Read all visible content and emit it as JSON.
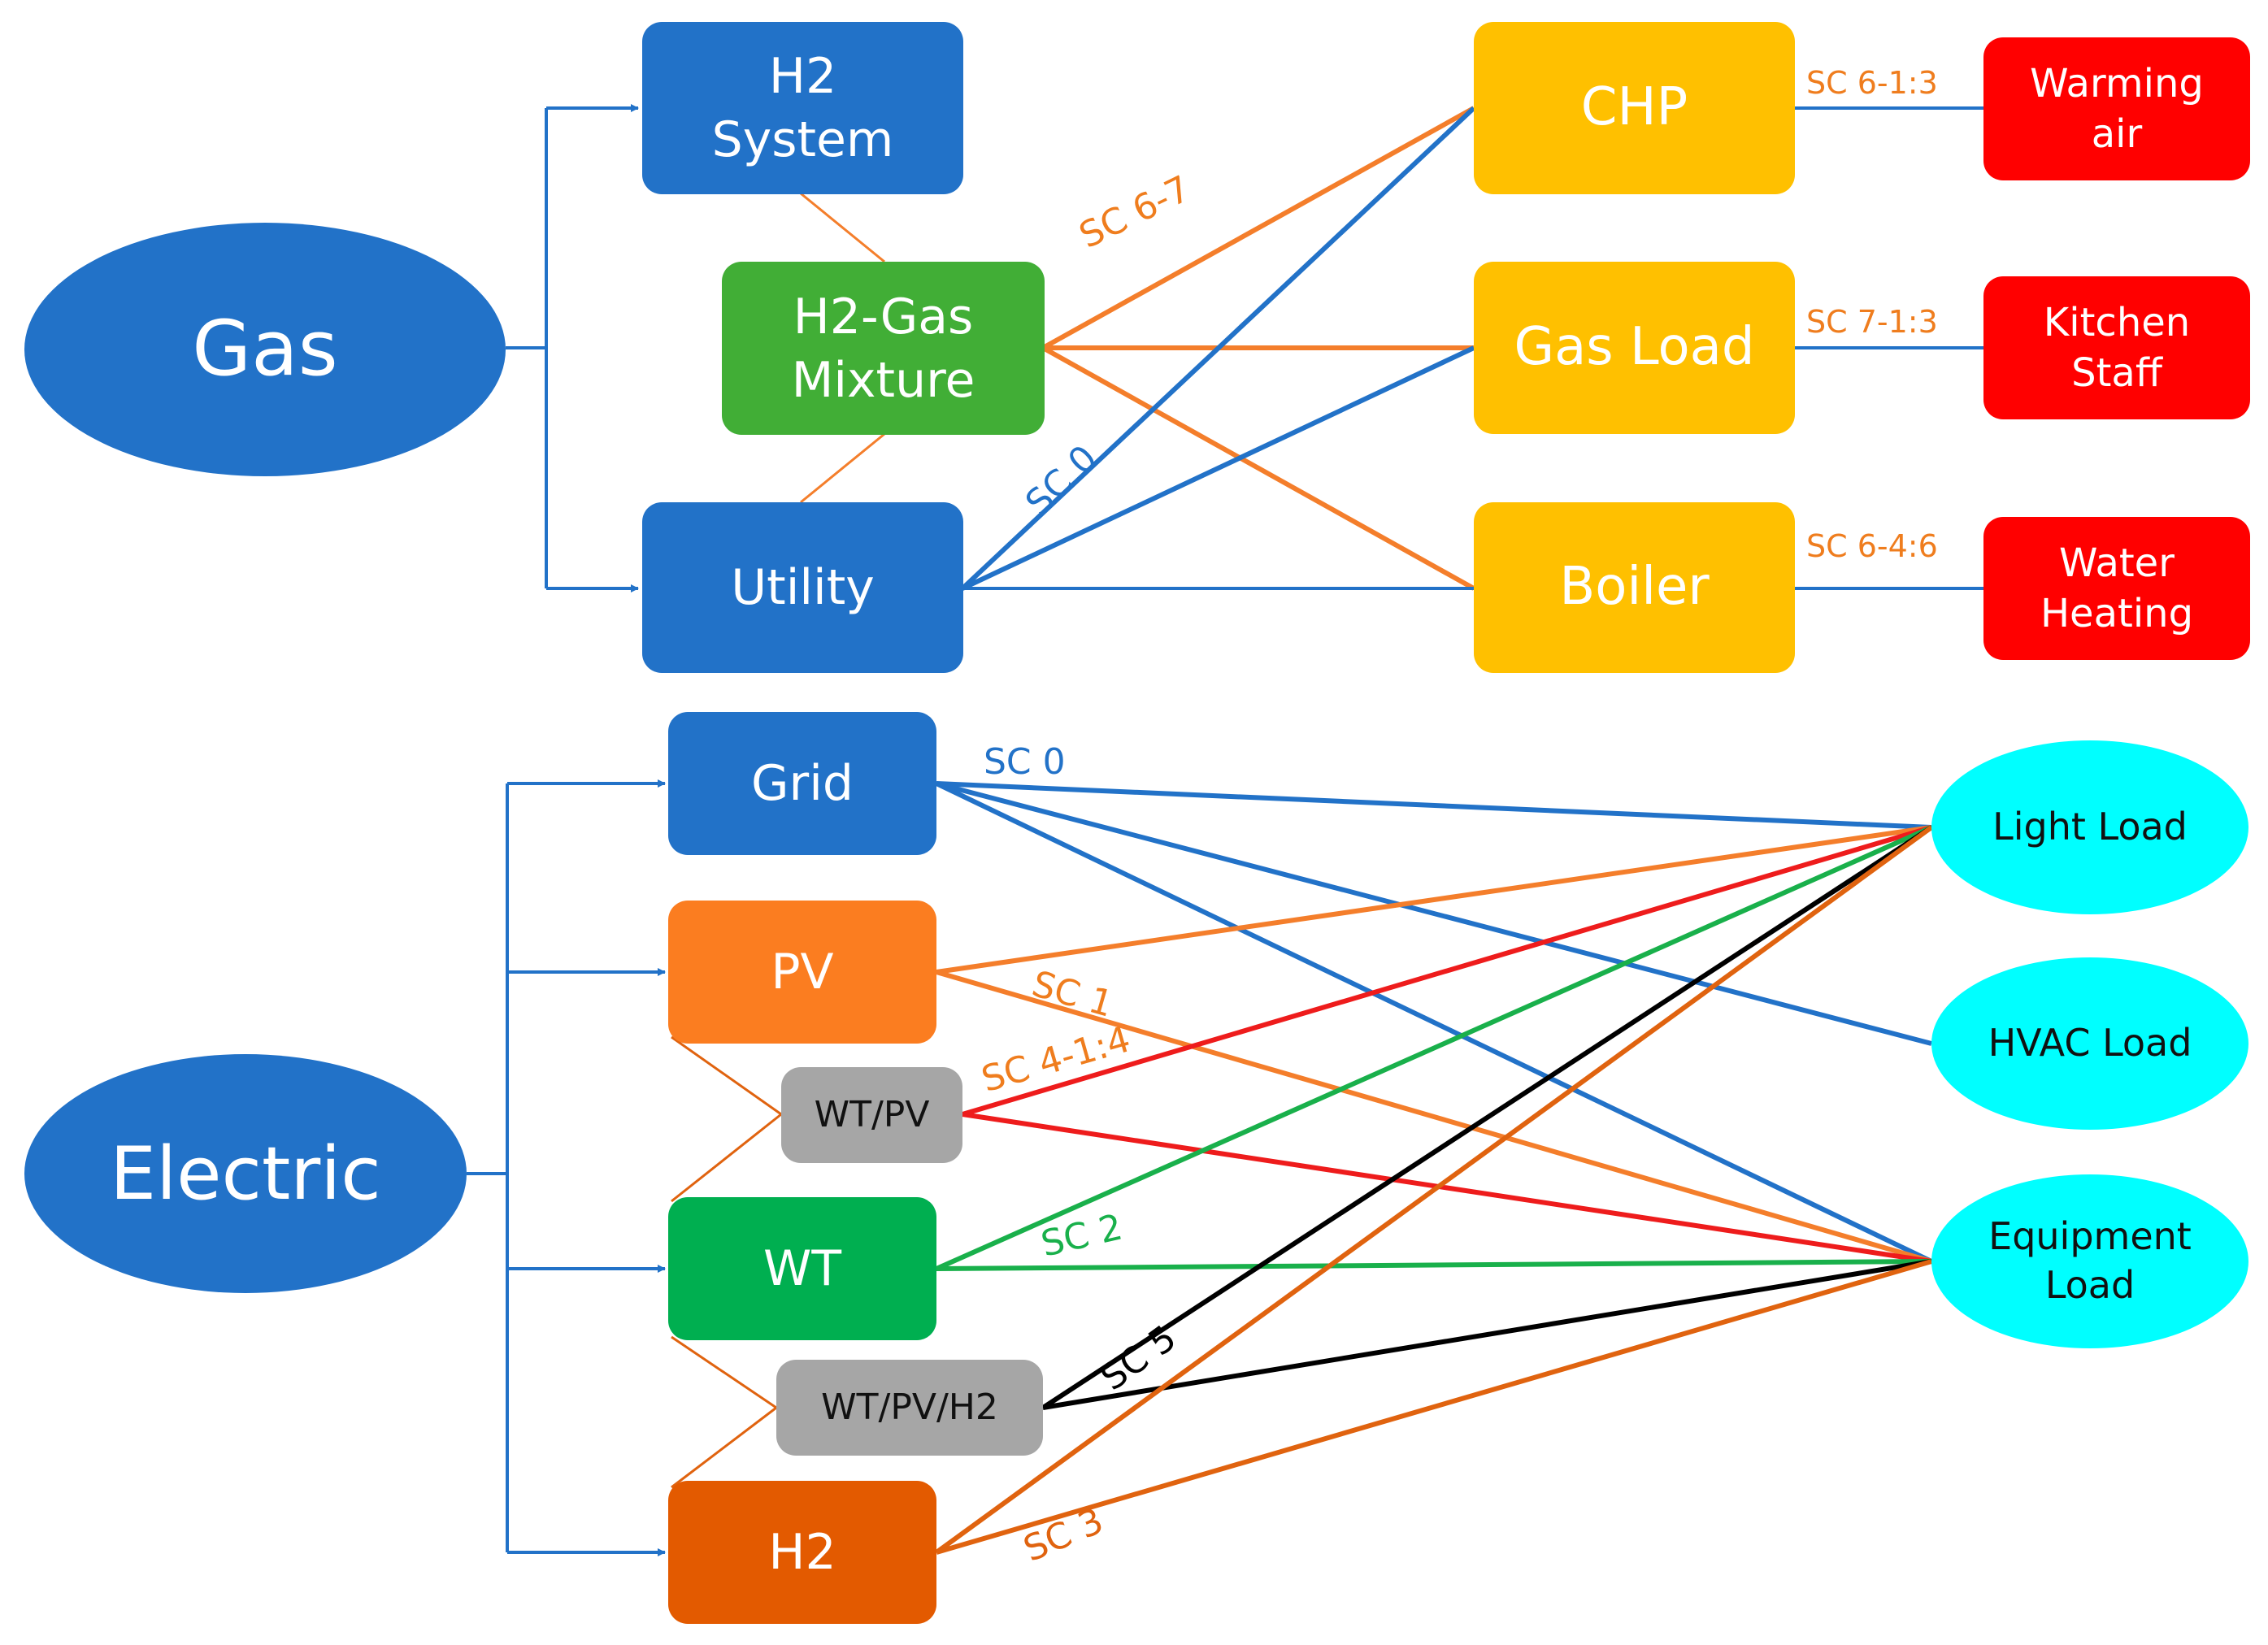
{
  "nodes": {
    "gas": "Gas",
    "electric": "Electric",
    "h2_system": "H2\nSystem",
    "h2_gas_mixture": "H2-Gas\nMixture",
    "utility": "Utility",
    "chp": "CHP",
    "gas_load": "Gas Load",
    "boiler": "Boiler",
    "warming_air": "Warming\nair",
    "kitchen_staff": "Kitchen\nStaff",
    "water_heating": "Water\nHeating",
    "grid": "Grid",
    "pv": "PV",
    "wt_pv": "WT/PV",
    "wt": "WT",
    "wt_pv_h2": "WT/PV/H2",
    "h2": "H2",
    "light_load": "Light Load",
    "hvac_load": "HVAC Load",
    "equipment_load": "Equipment\nLoad"
  },
  "labels": {
    "sc_6_7": "SC 6-7",
    "sc_0_gas": "SC 0",
    "sc_6_1_3": "SC 6-1:3",
    "sc_7_1_3": "SC 7-1:3",
    "sc_6_4_6": "SC 6-4:6",
    "sc_0_elec": "SC 0",
    "sc_1": "SC 1",
    "sc_4_1_4": "SC 4-1:4",
    "sc_2": "SC 2",
    "sc_5": "SC 5",
    "sc_3": "SC 3"
  },
  "colors": {
    "gas_blue": "#2272c8",
    "mixture_orange": "#f47e2b",
    "green": "#19b04b",
    "red": "#ee1c1c",
    "black": "#000000",
    "h2_orange": "#e0630f",
    "label_orange": "#ef7d1e"
  }
}
